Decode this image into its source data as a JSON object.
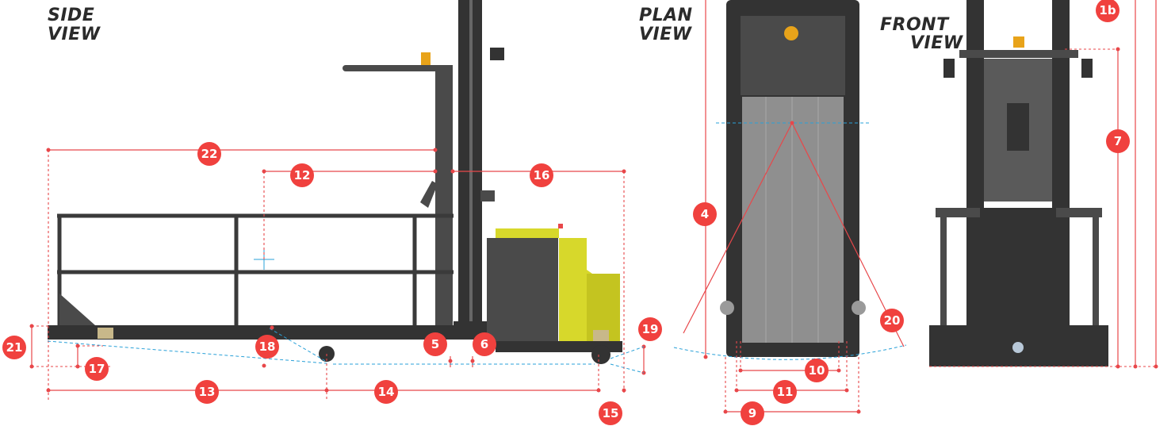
{
  "views": {
    "side": [
      "SIDE",
      "VIEW"
    ],
    "plan": [
      "PLAN",
      "VIEW"
    ],
    "front": [
      "FRONT",
      "VIEW"
    ]
  },
  "colors": {
    "accent": "#f0413e",
    "centerline": "#2aa1d8",
    "machine": "#4a4a4a",
    "cover": "#d7d82b"
  },
  "callouts": {
    "c1b": "1b",
    "c4": "4",
    "c5": "5",
    "c6": "6",
    "c7": "7",
    "c9": "9",
    "c10": "10",
    "c11": "11",
    "c12": "12",
    "c13": "13",
    "c14": "14",
    "c15": "15",
    "c16": "16",
    "c17": "17",
    "c18": "18",
    "c19": "19",
    "c20": "20",
    "c21": "21",
    "c22": "22"
  }
}
